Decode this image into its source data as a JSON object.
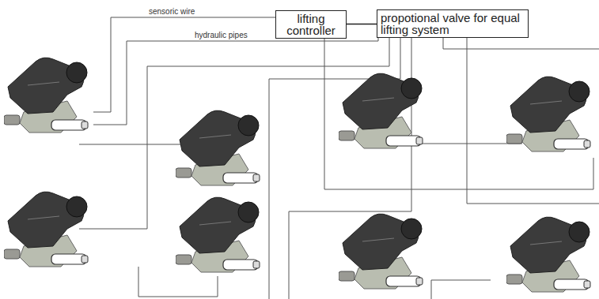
{
  "diagram": {
    "nodes": [
      {
        "text": [
          "lifting controller"
        ]
      },
      {
        "text": [
          "propotional valve for equal lifting system"
        ]
      }
    ],
    "edges": [
      {
        "from": 0,
        "to": 1,
        "arrow": "none"
      }
    ],
    "labels": [
      "sensoric wire",
      "hydraulic pipes"
    ]
  }
}
